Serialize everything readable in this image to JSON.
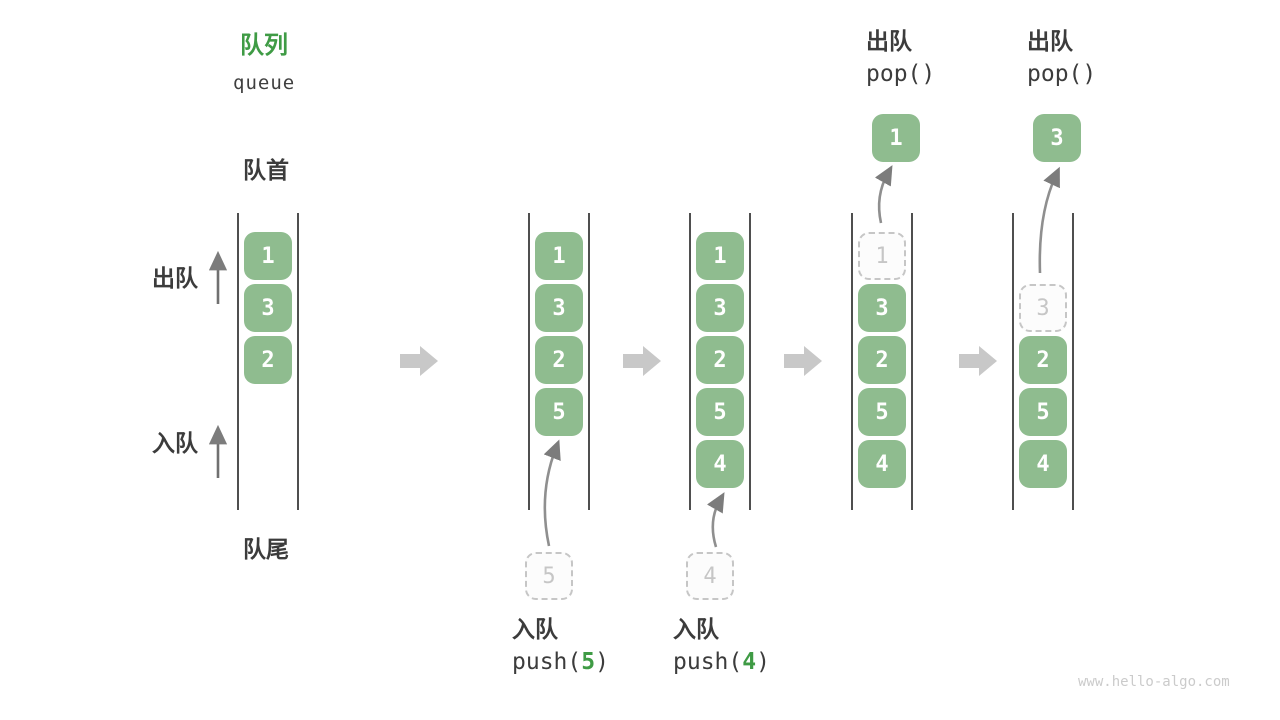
{
  "title": {
    "zh": "队列",
    "en": "queue"
  },
  "side_labels": {
    "front": "队首",
    "rear": "队尾",
    "dequeue": "出队",
    "enqueue": "入队"
  },
  "watermark": "www.hello-algo.com",
  "colors": {
    "box_green": "#8fbc8f",
    "accent_green": "#3f9b45",
    "ghost_gray": "#c6c6c6",
    "wall_gray": "#4f4f4f",
    "thin_arrow": "#8a8a8a",
    "step_arrow": "#c8c8c8",
    "text_dark": "#3c3c3c"
  },
  "columns": [
    {
      "cells": [
        {
          "value": "1",
          "slot": 0,
          "kind": "solid"
        },
        {
          "value": "3",
          "slot": 1,
          "kind": "solid"
        },
        {
          "value": "2",
          "slot": 2,
          "kind": "solid"
        }
      ]
    },
    {
      "cells": [
        {
          "value": "1",
          "slot": 0,
          "kind": "solid"
        },
        {
          "value": "3",
          "slot": 1,
          "kind": "solid"
        },
        {
          "value": "2",
          "slot": 2,
          "kind": "solid"
        },
        {
          "value": "5",
          "slot": 3,
          "kind": "solid"
        }
      ],
      "ghost_below": {
        "value": "5"
      },
      "op": {
        "position": "bottom",
        "label": "入队",
        "code": [
          {
            "text": "push("
          },
          {
            "text": "5",
            "highlight": true
          },
          {
            "text": ")"
          }
        ]
      }
    },
    {
      "cells": [
        {
          "value": "1",
          "slot": 0,
          "kind": "solid"
        },
        {
          "value": "3",
          "slot": 1,
          "kind": "solid"
        },
        {
          "value": "2",
          "slot": 2,
          "kind": "solid"
        },
        {
          "value": "5",
          "slot": 3,
          "kind": "solid"
        },
        {
          "value": "4",
          "slot": 4,
          "kind": "solid"
        }
      ],
      "ghost_below": {
        "value": "4"
      },
      "op": {
        "position": "bottom",
        "label": "入队",
        "code": [
          {
            "text": "push("
          },
          {
            "text": "4",
            "highlight": true
          },
          {
            "text": ")"
          }
        ]
      }
    },
    {
      "cells": [
        {
          "value": "1",
          "slot": 0,
          "kind": "ghost"
        },
        {
          "value": "3",
          "slot": 1,
          "kind": "solid"
        },
        {
          "value": "2",
          "slot": 2,
          "kind": "solid"
        },
        {
          "value": "5",
          "slot": 3,
          "kind": "solid"
        },
        {
          "value": "4",
          "slot": 4,
          "kind": "solid"
        }
      ],
      "pop_box": {
        "value": "1"
      },
      "op": {
        "position": "top",
        "label": "出队",
        "code": [
          {
            "text": "pop()"
          }
        ]
      }
    },
    {
      "cells": [
        {
          "value": "3",
          "slot": 1,
          "kind": "ghost"
        },
        {
          "value": "2",
          "slot": 2,
          "kind": "solid"
        },
        {
          "value": "5",
          "slot": 3,
          "kind": "solid"
        },
        {
          "value": "4",
          "slot": 4,
          "kind": "solid"
        }
      ],
      "pop_box": {
        "value": "3"
      },
      "op": {
        "position": "top",
        "label": "出队",
        "code": [
          {
            "text": "pop()"
          }
        ]
      }
    }
  ]
}
